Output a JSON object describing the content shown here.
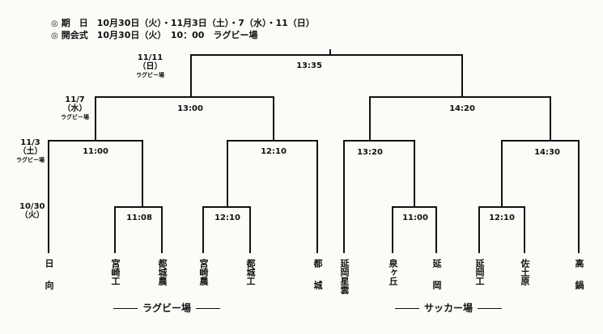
{
  "header": {
    "line1_mark": "◎",
    "line1_label": "期　日",
    "line1_value": "10月30日（火）・11月3日（土）・7（水）・11（日）",
    "line2_mark": "◎",
    "line2_label": "開会式",
    "line2_value": "10月30日（火）　10：00　ラグビー場"
  },
  "rounds": [
    {
      "date": "11/11",
      "weekday": "（日）",
      "venue": "ラグビー場"
    },
    {
      "date": "11/7",
      "weekday": "（水）",
      "venue": "ラグビー場"
    },
    {
      "date": "11/3",
      "weekday": "（土）",
      "venue": "ラグビー場"
    },
    {
      "date": "10/30",
      "weekday": "（火）"
    }
  ],
  "times": {
    "final": "13:35",
    "semi_left": "13:00",
    "semi_right": "14:20",
    "qf_1": "11:00",
    "qf_2": "12:10",
    "qf_3": "13:20",
    "qf_4": "14:30",
    "r1_1": "11:08",
    "r1_2": "12:10",
    "r1_3": "11:00",
    "r1_4": "12:10"
  },
  "teams": [
    "日向",
    "宮崎工",
    "都城農",
    "宮崎農",
    "都城工",
    "都城",
    "延岡星雲",
    "泉ヶ丘",
    "延岡",
    "延岡工",
    "佐土原",
    "高鍋"
  ],
  "venues": {
    "left": "ラグビー場",
    "right": "サッカー場"
  }
}
